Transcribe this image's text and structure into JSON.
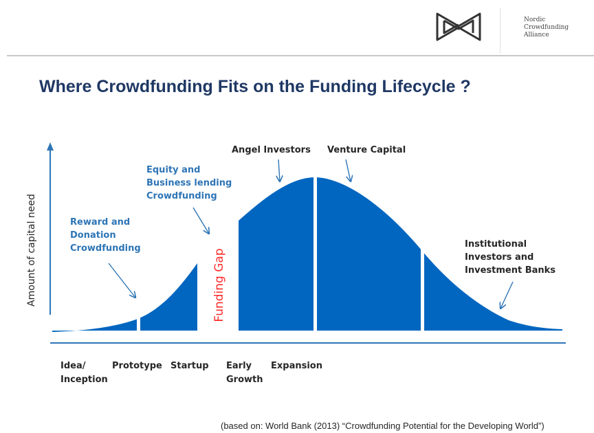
{
  "header": {
    "logo_icon": "nordic-crowdfunding-alliance-logo",
    "brand_name": "Nordic\nCrowdfunding\nAlliance"
  },
  "title": "Where Crowdfunding Fits on the Funding Lifecycle ?",
  "diagram": {
    "y_axis_label": "Amount of capital need",
    "funding_gap_label": "Funding Gap",
    "annotations": {
      "reward": "Reward and\nDonation\nCrowdfunding",
      "equity": "Equity and\nBusiness lending\nCrowdfunding",
      "angel": "Angel Investors",
      "venture": "Venture Capital",
      "institutional": "Institutional\nInvestors and\nInvestment Banks"
    },
    "stages": [
      "Idea/\nInception",
      "Prototype",
      "Startup",
      "Early\nGrowth",
      "Expansion"
    ],
    "colors": {
      "curve_fill": "#0066c0",
      "axis": "#2e75b6",
      "annotation_text": "#2e75b6",
      "funding_gap": "#ff2b2b"
    }
  },
  "source_note": "(based on: World Bank (2013) “Crowdfunding Potential for the Developing World”)"
}
